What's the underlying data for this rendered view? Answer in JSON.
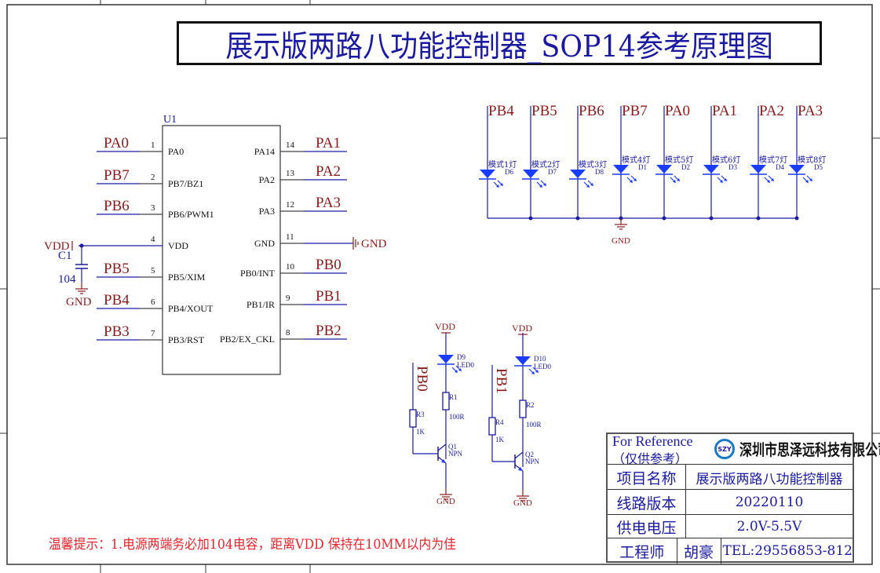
{
  "title": "展示版两路八功能控制器_SOP14参考原理图",
  "colors": {
    "net_label": "#8b1a1a",
    "wire": "#1a1aa0",
    "component": "#1a1aa0",
    "led_fill": "#1a3cff",
    "note": "#e8242c",
    "frame": "#333333"
  },
  "chip": {
    "ref": "U1",
    "left_pins": [
      {
        "num": "1",
        "name": "PA0",
        "net": "PA0"
      },
      {
        "num": "2",
        "name": "PB7/BZ1",
        "net": "PB7"
      },
      {
        "num": "3",
        "name": "PB6/PWM1",
        "net": "PB6"
      },
      {
        "num": "4",
        "name": "VDD",
        "net": ""
      },
      {
        "num": "5",
        "name": "PB5/XIM",
        "net": "PB5"
      },
      {
        "num": "6",
        "name": "PB4/XOUT",
        "net": "PB4"
      },
      {
        "num": "7",
        "name": "PB3/RST",
        "net": "PB3"
      }
    ],
    "right_pins": [
      {
        "num": "14",
        "name": "PA14",
        "net": "PA1"
      },
      {
        "num": "13",
        "name": "PA2",
        "net": "PA2"
      },
      {
        "num": "12",
        "name": "PA3",
        "net": "PA3"
      },
      {
        "num": "11",
        "name": "GND",
        "net": "GND"
      },
      {
        "num": "10",
        "name": "PB0/INT",
        "net": "PB0"
      },
      {
        "num": "9",
        "name": "PB1/IR",
        "net": "PB1"
      },
      {
        "num": "8",
        "name": "PB2/EX_CKL",
        "net": "PB2"
      }
    ]
  },
  "decoupling": {
    "vdd_label": "VDD",
    "cap_ref": "C1",
    "cap_value": "104",
    "gnd_label": "GND"
  },
  "led_bank": {
    "gnd_label": "GND",
    "leds": [
      {
        "net": "PB4",
        "label": "模式1灯",
        "ref": "D6"
      },
      {
        "net": "PB5",
        "label": "模式2灯",
        "ref": "D7"
      },
      {
        "net": "PB6",
        "label": "模式3灯",
        "ref": "D8"
      },
      {
        "net": "PB7",
        "label": "模式4灯",
        "ref": "D1"
      },
      {
        "net": "PA0",
        "label": "模式5灯",
        "ref": "D2"
      },
      {
        "net": "PA1",
        "label": "模式6灯",
        "ref": "D3"
      },
      {
        "net": "PA2",
        "label": "模式7灯",
        "ref": "D4"
      },
      {
        "net": "PA3",
        "label": "模式8灯",
        "ref": "D5"
      }
    ]
  },
  "drivers": [
    {
      "net": "PB0",
      "vdd": "VDD",
      "led_ref": "D9",
      "led_value": "LED0",
      "r_led_ref": "R1",
      "r_led_value": "100R",
      "r_base_ref": "R3",
      "r_base_value": "1K",
      "q_ref": "Q1",
      "q_type": "NPN",
      "gnd": "GND"
    },
    {
      "net": "PB1",
      "vdd": "VDD",
      "led_ref": "D10",
      "led_value": "LED0",
      "r_led_ref": "R2",
      "r_led_value": "100R",
      "r_base_ref": "R4",
      "r_base_value": "1K",
      "q_ref": "Q2",
      "q_type": "NPN",
      "gnd": "GND"
    }
  ],
  "title_block": {
    "ref_en": "For Reference",
    "ref_cn": "（仅供参考）",
    "logo_text": "SZY",
    "company": "深圳市思泽远科技有限公司",
    "rows": [
      {
        "label": "项目名称",
        "value": "展示版两路八功能控制器"
      },
      {
        "label": "线路版本",
        "value": "20220110"
      },
      {
        "label": "供电电压",
        "value": "2.0V-5.5V"
      }
    ],
    "engineer_label": "工程师",
    "engineer_name": "胡豪",
    "engineer_tel": "TEL:29556853-812"
  },
  "note": "温馨提示：1.电源两端务必加104电容，距离VDD 保持在10MM以内为佳"
}
